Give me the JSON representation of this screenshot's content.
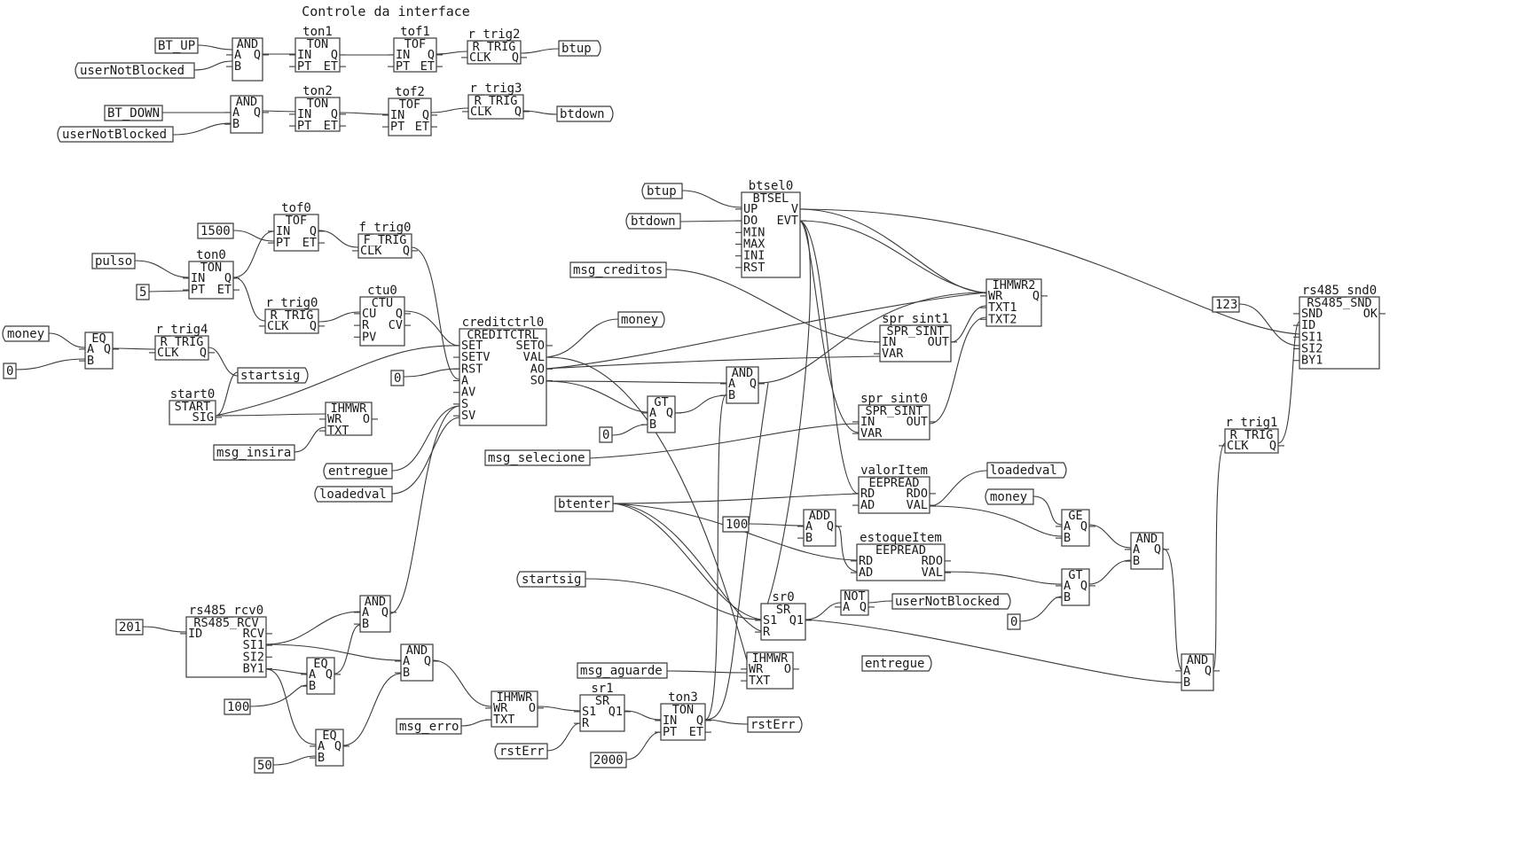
{
  "title": "Controle da interface",
  "palette": {
    "ink": "#3a3a3a",
    "background": "#ffffff"
  },
  "blocks": {
    "and_up": {
      "type": "AND",
      "inputs": [
        "A",
        "B"
      ],
      "outputs": [
        "Q"
      ]
    },
    "ton1": {
      "name": "ton1",
      "type": "TON",
      "inputs": [
        "IN",
        "PT"
      ],
      "outputs": [
        "Q",
        "ET"
      ]
    },
    "tof1": {
      "name": "tof1",
      "type": "TOF",
      "inputs": [
        "IN",
        "PT"
      ],
      "outputs": [
        "Q",
        "ET"
      ]
    },
    "r_trig2": {
      "name": "r_trig2",
      "type": "R_TRIG",
      "inputs": [
        "CLK"
      ],
      "outputs": [
        "Q"
      ]
    },
    "and_down": {
      "type": "AND",
      "inputs": [
        "A",
        "B"
      ],
      "outputs": [
        "Q"
      ]
    },
    "ton2": {
      "name": "ton2",
      "type": "TON",
      "inputs": [
        "IN",
        "PT"
      ],
      "outputs": [
        "Q",
        "ET"
      ]
    },
    "tof2": {
      "name": "tof2",
      "type": "TOF",
      "inputs": [
        "IN",
        "PT"
      ],
      "outputs": [
        "Q",
        "ET"
      ]
    },
    "r_trig3": {
      "name": "r_trig3",
      "type": "R_TRIG",
      "inputs": [
        "CLK"
      ],
      "outputs": [
        "Q"
      ]
    },
    "tof0": {
      "name": "tof0",
      "type": "TOF",
      "inputs": [
        "IN",
        "PT"
      ],
      "outputs": [
        "Q",
        "ET"
      ]
    },
    "f_trig0": {
      "name": "f_trig0",
      "type": "F_TRIG",
      "inputs": [
        "CLK"
      ],
      "outputs": [
        "Q"
      ]
    },
    "ton0": {
      "name": "ton0",
      "type": "TON",
      "inputs": [
        "IN",
        "PT"
      ],
      "outputs": [
        "Q",
        "ET"
      ]
    },
    "r_trig0": {
      "name": "r_trig0",
      "type": "R_TRIG",
      "inputs": [
        "CLK"
      ],
      "outputs": [
        "Q"
      ]
    },
    "ctu0": {
      "name": "ctu0",
      "type": "CTU",
      "inputs": [
        "CU",
        "R",
        "PV"
      ],
      "outputs": [
        "Q",
        "CV"
      ]
    },
    "eq_money": {
      "type": "EQ",
      "inputs": [
        "A",
        "B"
      ],
      "outputs": [
        "Q"
      ]
    },
    "r_trig4": {
      "name": "r_trig4",
      "type": "R_TRIG",
      "inputs": [
        "CLK"
      ],
      "outputs": [
        "Q"
      ]
    },
    "start0": {
      "name": "start0",
      "type": "START",
      "inputs": [],
      "outputs": [
        "SIG"
      ]
    },
    "ihmwr_insira": {
      "type": "IHMWR",
      "inputs": [
        "WR",
        "TXT"
      ],
      "outputs": [
        "O"
      ]
    },
    "creditctrl0": {
      "name": "creditctrl0",
      "type": "CREDITCTRL",
      "inputs": [
        "SET",
        "SETV",
        "RST",
        "A",
        "AV",
        "S",
        "SV"
      ],
      "outputs": [
        "SETO",
        "VAL",
        "AO",
        "SO"
      ]
    },
    "btsel0": {
      "name": "btsel0",
      "type": "BTSEL",
      "inputs": [
        "UP",
        "DO",
        "MIN",
        "MAX",
        "INI",
        "RST"
      ],
      "outputs": [
        "V",
        "EVT"
      ]
    },
    "ihmwr2": {
      "type": "IHMWR2",
      "inputs": [
        "WR",
        "TXT1",
        "TXT2"
      ],
      "outputs": [
        "Q"
      ]
    },
    "spr_sint1": {
      "name": "spr_sint1",
      "type": "SPR_SINT",
      "inputs": [
        "IN",
        "VAR"
      ],
      "outputs": [
        "OUT"
      ]
    },
    "spr_sint0": {
      "name": "spr_sint0",
      "type": "SPR_SINT",
      "inputs": [
        "IN",
        "VAR"
      ],
      "outputs": [
        "OUT"
      ]
    },
    "gt_sel": {
      "type": "GT",
      "inputs": [
        "A",
        "B"
      ],
      "outputs": [
        "Q"
      ]
    },
    "and_sel": {
      "type": "AND",
      "inputs": [
        "A",
        "B"
      ],
      "outputs": [
        "Q"
      ]
    },
    "add_item": {
      "type": "ADD",
      "inputs": [
        "A",
        "B"
      ],
      "outputs": [
        "Q"
      ]
    },
    "valoritem": {
      "name": "valorItem",
      "type": "EEPREAD",
      "inputs": [
        "RD",
        "AD"
      ],
      "outputs": [
        "RDO",
        "VAL"
      ]
    },
    "estoqueitem": {
      "name": "estoqueItem",
      "type": "EEPREAD",
      "inputs": [
        "RD",
        "AD"
      ],
      "outputs": [
        "RDO",
        "VAL"
      ]
    },
    "ge_money": {
      "type": "GE",
      "inputs": [
        "A",
        "B"
      ],
      "outputs": [
        "Q"
      ]
    },
    "gt_stock": {
      "type": "GT",
      "inputs": [
        "A",
        "B"
      ],
      "outputs": [
        "Q"
      ]
    },
    "and_right": {
      "type": "AND",
      "inputs": [
        "A",
        "B"
      ],
      "outputs": [
        "Q"
      ]
    },
    "sr0": {
      "name": "sr0",
      "type": "SR",
      "inputs": [
        "S1",
        "R"
      ],
      "outputs": [
        "Q1"
      ]
    },
    "not0": {
      "type": "NOT",
      "inputs": [
        "A"
      ],
      "outputs": [
        "Q"
      ]
    },
    "ihmwr_aguarde": {
      "type": "IHMWR",
      "inputs": [
        "WR",
        "TXT"
      ],
      "outputs": [
        "O"
      ]
    },
    "rs485_snd0": {
      "name": "rs485_snd0",
      "type": "RS485_SND",
      "inputs": [
        "SND",
        "ID",
        "SI1",
        "SI2",
        "BY1"
      ],
      "outputs": [
        "OK"
      ]
    },
    "r_trig1": {
      "name": "r_trig1",
      "type": "R_TRIG",
      "inputs": [
        "CLK"
      ],
      "outputs": [
        "Q"
      ]
    },
    "and_final": {
      "type": "AND",
      "inputs": [
        "A",
        "B"
      ],
      "outputs": [
        "Q"
      ]
    },
    "rs485_rcv0": {
      "name": "rs485_rcv0",
      "type": "RS485_RCV",
      "inputs": [
        "ID"
      ],
      "outputs": [
        "RCV",
        "SI1",
        "SI2",
        "BY1"
      ]
    },
    "and_rcv": {
      "type": "AND",
      "inputs": [
        "A",
        "B"
      ],
      "outputs": [
        "Q"
      ]
    },
    "and_err": {
      "type": "AND",
      "inputs": [
        "A",
        "B"
      ],
      "outputs": [
        "Q"
      ]
    },
    "eq_100": {
      "type": "EQ",
      "inputs": [
        "A",
        "B"
      ],
      "outputs": [
        "Q"
      ]
    },
    "eq_50": {
      "type": "EQ",
      "inputs": [
        "A",
        "B"
      ],
      "outputs": [
        "Q"
      ]
    },
    "ihmwr_erro": {
      "type": "IHMWR",
      "inputs": [
        "WR",
        "TXT"
      ],
      "outputs": [
        "O"
      ]
    },
    "sr1": {
      "name": "sr1",
      "type": "SR",
      "inputs": [
        "S1",
        "R"
      ],
      "outputs": [
        "Q1"
      ]
    },
    "ton3": {
      "name": "ton3",
      "type": "TON",
      "inputs": [
        "IN",
        "PT"
      ],
      "outputs": [
        "Q",
        "ET"
      ]
    }
  },
  "tags": {
    "bt_up": "BT_UP",
    "usernotblocked_1": "userNotBlocked",
    "btup_out": "btup",
    "bt_down": "BT_DOWN",
    "usernotblocked_2": "userNotBlocked",
    "btdown_out": "btdown",
    "const_1500": "1500",
    "pulso": "pulso",
    "const_5": "5",
    "money_in": "money",
    "const_0_eq": "0",
    "startsig_out": "startsig",
    "const_0_credit": "0",
    "msg_insira": "msg_insira",
    "entregue_in": "entregue",
    "loadedval_in": "loadedval",
    "money_out": "money",
    "btup_in": "btup",
    "btdown_in": "btdown",
    "msg_creditos": "msg_creditos",
    "const_0_gt": "0",
    "msg_selecione": "msg_selecione",
    "btenter": "btenter",
    "const_100_add": "100",
    "loadedval_out": "loadedval",
    "money_in2": "money",
    "startsig_in": "startsig",
    "usernotblocked_out": "userNotBlocked",
    "const_0_stock": "0",
    "msg_aguarde": "msg_aguarde",
    "entregue_out": "entregue",
    "const_123": "123",
    "const_201": "201",
    "const_100_eq": "100",
    "const_50": "50",
    "msg_erro": "msg_erro",
    "rsterr_in": "rstErr",
    "const_2000": "2000",
    "rsterr_out": "rstErr"
  }
}
